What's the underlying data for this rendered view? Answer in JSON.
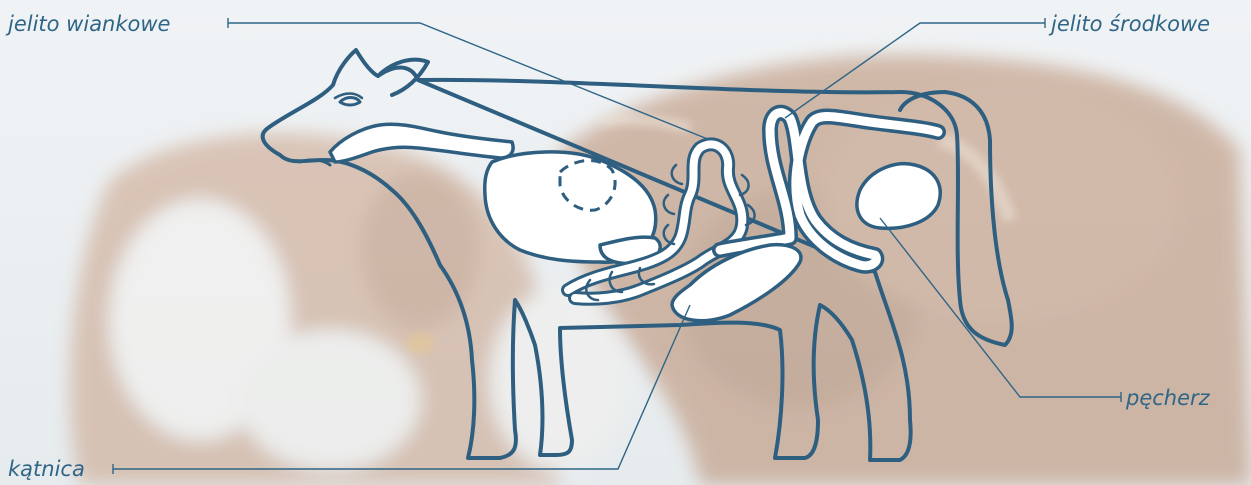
{
  "labels": {
    "ileum": "jelito wiankowe",
    "jejunum": "jelito środkowe",
    "bladder": "pęcherz",
    "caecum": "kątnica"
  },
  "colors": {
    "outline": "#2f5f80",
    "label_text": "#2f6586",
    "organ_fill": "#ffffff",
    "background": "#eef2f4",
    "cow_brown": "#b7896a",
    "cow_white": "#f4f2ee"
  }
}
